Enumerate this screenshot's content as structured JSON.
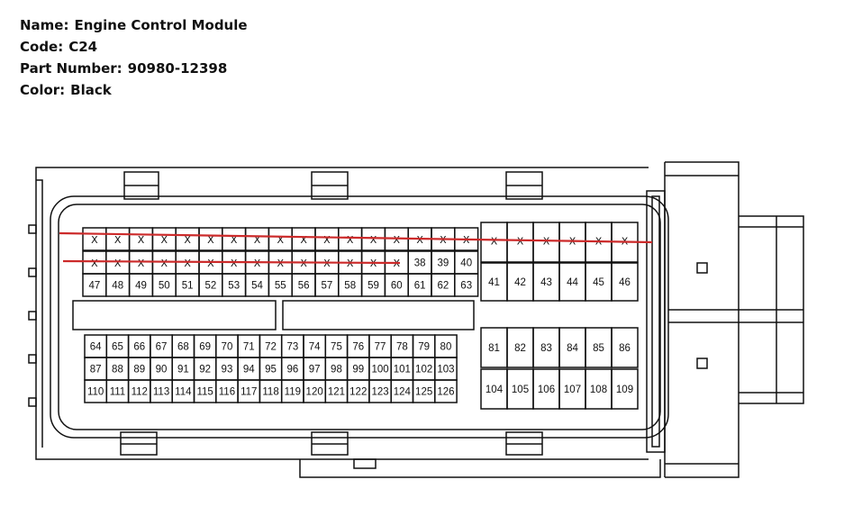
{
  "info": {
    "name_label": "Name:",
    "name_value": "Engine Control Module",
    "code_label": "Code:",
    "code_value": "C24",
    "part_label": "Part Number:",
    "part_value": "90980-12398",
    "color_label": "Color:",
    "color_value": "Black"
  },
  "connector": {
    "left_block": {
      "row1": [
        "X",
        "X",
        "X",
        "X",
        "X",
        "X",
        "X",
        "X",
        "X",
        "X",
        "X",
        "X",
        "X",
        "X",
        "X",
        "X",
        "X"
      ],
      "row2": [
        "X",
        "X",
        "X",
        "X",
        "X",
        "X",
        "X",
        "X",
        "X",
        "X",
        "X",
        "X",
        "X",
        "X",
        "38",
        "39",
        "40"
      ],
      "row3": [
        "47",
        "48",
        "49",
        "50",
        "51",
        "52",
        "53",
        "54",
        "55",
        "56",
        "57",
        "58",
        "59",
        "60",
        "61",
        "62",
        "63"
      ],
      "row4": [
        "64",
        "65",
        "66",
        "67",
        "68",
        "69",
        "70",
        "71",
        "72",
        "73",
        "74",
        "75",
        "76",
        "77",
        "78",
        "79",
        "80"
      ],
      "row5": [
        "87",
        "88",
        "89",
        "90",
        "91",
        "92",
        "93",
        "94",
        "95",
        "96",
        "97",
        "98",
        "99",
        "100",
        "101",
        "102",
        "103"
      ],
      "row6": [
        "110",
        "111",
        "112",
        "113",
        "114",
        "115",
        "116",
        "117",
        "118",
        "119",
        "120",
        "121",
        "122",
        "123",
        "124",
        "125",
        "126"
      ]
    },
    "right_block": {
      "row1": [
        "X",
        "X",
        "X",
        "X",
        "X",
        "X"
      ],
      "row2": [
        "41",
        "42",
        "43",
        "44",
        "45",
        "46"
      ],
      "row3": [
        "81",
        "82",
        "83",
        "84",
        "85",
        "86"
      ],
      "row4": [
        "104",
        "105",
        "106",
        "107",
        "108",
        "109"
      ]
    },
    "line_color": "#111111",
    "marker_color": "#cc2a2a"
  }
}
